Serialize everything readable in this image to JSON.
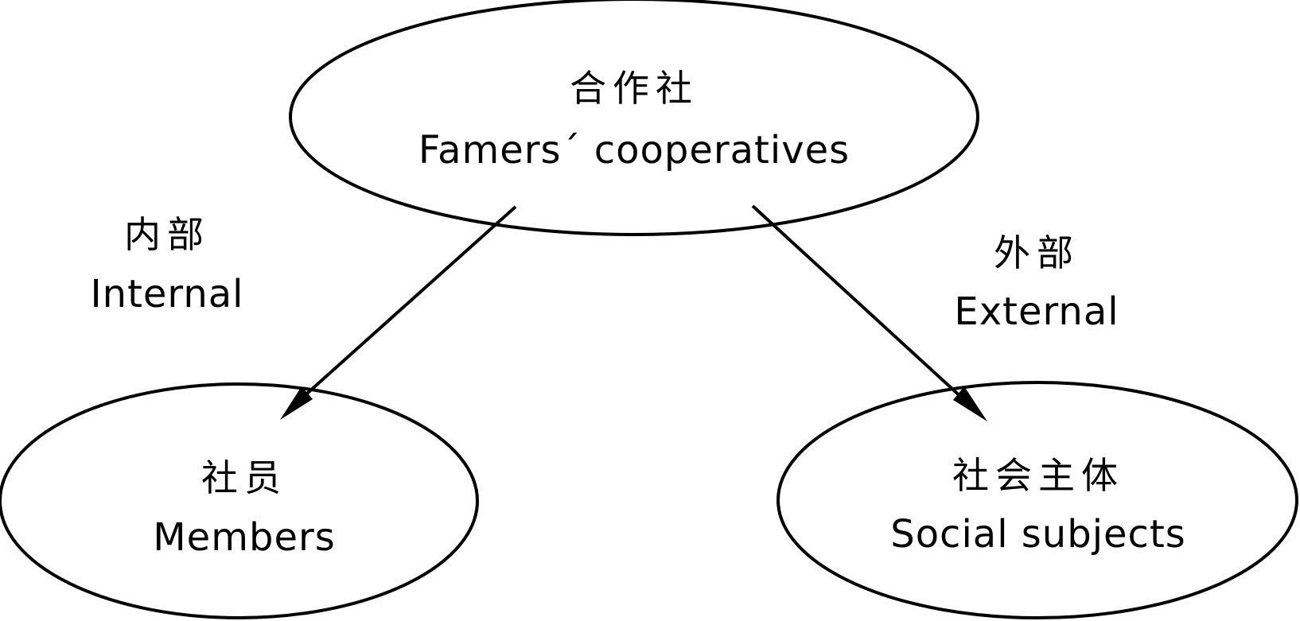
{
  "nodes": {
    "cooperative": {
      "zh": "合作社",
      "en": "Famers´ cooperatives"
    },
    "members": {
      "zh": "社员",
      "en": "Members"
    },
    "social": {
      "zh": "社会主体",
      "en": "Social subjects"
    }
  },
  "edges": {
    "internal": {
      "zh": "内部",
      "en": "Internal"
    },
    "external": {
      "zh": "外部",
      "en": "External"
    }
  }
}
